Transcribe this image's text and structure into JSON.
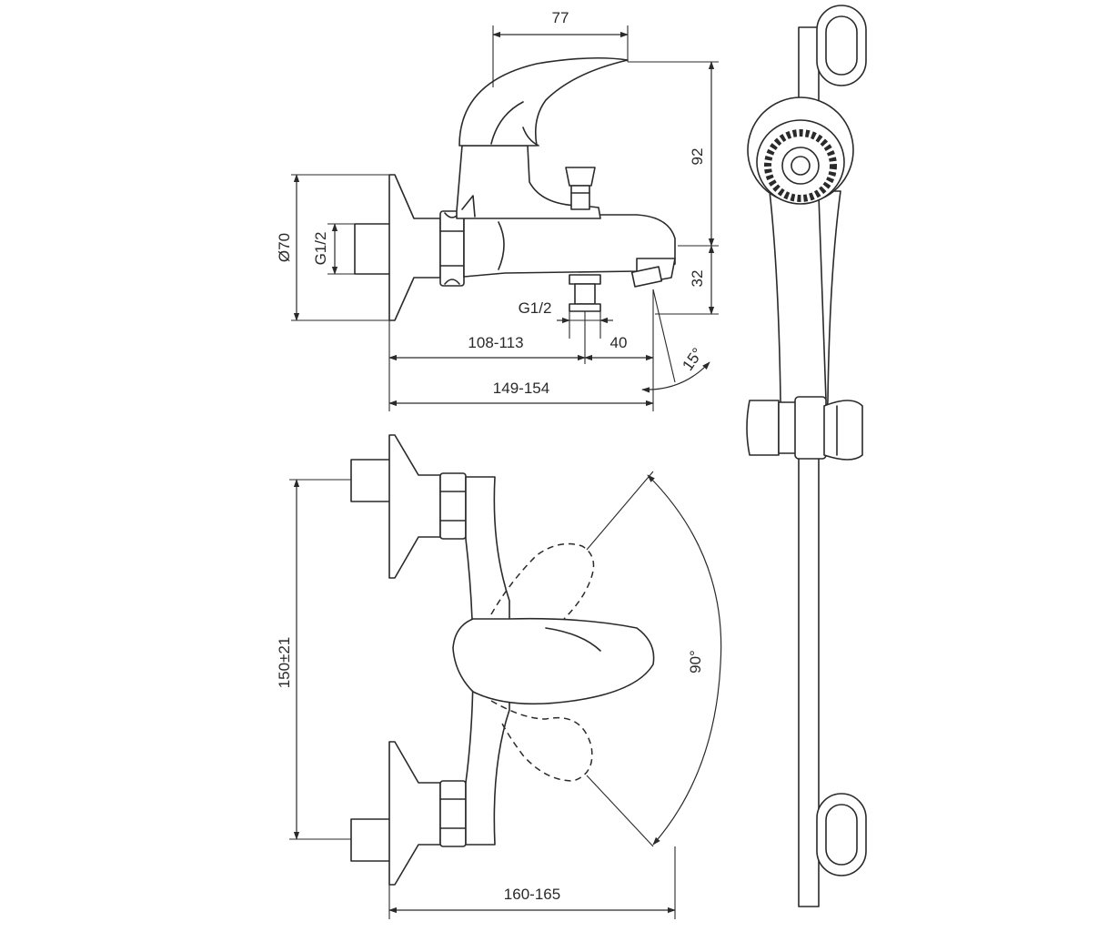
{
  "dimensions": {
    "spout_reach": "77",
    "spout_height": "92",
    "outlet_height": "32",
    "flange_diameter": "Ø70",
    "inlet_thread": "G1/2",
    "outlet_thread": "G1/2",
    "depth_min": "108-113",
    "outlet_offset": "40",
    "total_depth": "149-154",
    "spout_angle": "15°",
    "inlet_spacing": "150±21",
    "lever_rotation": "90°",
    "total_width": "160-165"
  },
  "colors": {
    "line": "#2a2a2a",
    "background": "#ffffff"
  }
}
